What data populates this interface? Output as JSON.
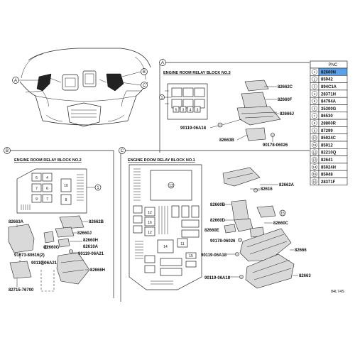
{
  "views": {
    "a": "A",
    "b": "B",
    "c": "C"
  },
  "sections": {
    "no3": "ENGINE ROOM RELAY BLOCK NO.3",
    "no2": "ENGINE ROOM RELAY BLOCK NO.2",
    "no1": "ENGINE ROOM RELAY BLOCK NO.1"
  },
  "pnc_table": {
    "header": "PNC",
    "highlight_color": "#5aa0e8",
    "rows": [
      {
        "num": "1",
        "code": "82600N"
      },
      {
        "num": "2",
        "code": "85942"
      },
      {
        "num": "3",
        "code": "894C1A"
      },
      {
        "num": "4",
        "code": "28371H"
      },
      {
        "num": "5",
        "code": "84794A"
      },
      {
        "num": "6",
        "code": "35300G"
      },
      {
        "num": "7",
        "code": "86530"
      },
      {
        "num": "8",
        "code": "28800R"
      },
      {
        "num": "9",
        "code": "87299"
      },
      {
        "num": "10",
        "code": "85924C"
      },
      {
        "num": "11",
        "code": "85912"
      },
      {
        "num": "12",
        "code": "82210Q"
      },
      {
        "num": "13",
        "code": "82641"
      },
      {
        "num": "14",
        "code": "85924H"
      },
      {
        "num": "15",
        "code": "85948"
      },
      {
        "num": "16",
        "code": "28371F"
      }
    ]
  },
  "callouts": {
    "c_82662C": "82662C",
    "c_82660F": "82660F",
    "c_82666J": "82666J",
    "c_90119_06A18_a": "90119-06A18",
    "c_82663B": "82663B",
    "c_90178_06026_a": "90178-06026",
    "c_82663A": "82663A",
    "c_82662B": "82662B",
    "c_82660J": "82660J",
    "c_82660G": "82660G",
    "c_82660H": "82660H",
    "c_82610A": "82610A",
    "c_91673_80616": "91673-80616(2)",
    "c_90119_06A21_a": "90119-06A21",
    "c_90119_06A21_b": "90119-06A21",
    "c_82666H": "82666H",
    "c_82715_76700": "82715-76700",
    "c_82662A": "82662A",
    "c_82616": "82616",
    "c_82660B": "82660B",
    "c_82660D": "82660D",
    "c_82660E": "82660E",
    "c_82660C": "82660C",
    "c_90178_06026_b": "90178-06026",
    "c_82666": "82666",
    "c_90119_06A18_b": "90119-06A18",
    "c_90119_06A18_c": "90119-06A18",
    "c_82663": "82663"
  },
  "relay_numbers": {
    "n1": "1",
    "n2": "2",
    "n3": "3",
    "n4": "4",
    "n5": "5",
    "n6": "6",
    "n7": "7",
    "n8": "8",
    "n9": "9",
    "n10": "10",
    "n11": "11",
    "n12": "12",
    "n13": "13",
    "n14": "14",
    "n15": "15",
    "n16": "16"
  },
  "diagram_id": "84L74S"
}
